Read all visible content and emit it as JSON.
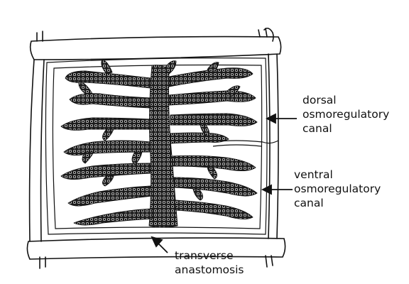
{
  "labels": {
    "dorsal": [
      "dorsal",
      "osmoregulatory",
      "canal"
    ],
    "ventral": [
      "ventral",
      "osmoregulatory",
      "canal"
    ],
    "transverse": [
      "transverse",
      "anastomosis"
    ]
  },
  "colors": {
    "ink": "#111111",
    "fill_dark": "#1a1a1a",
    "paper": "#ffffff"
  }
}
